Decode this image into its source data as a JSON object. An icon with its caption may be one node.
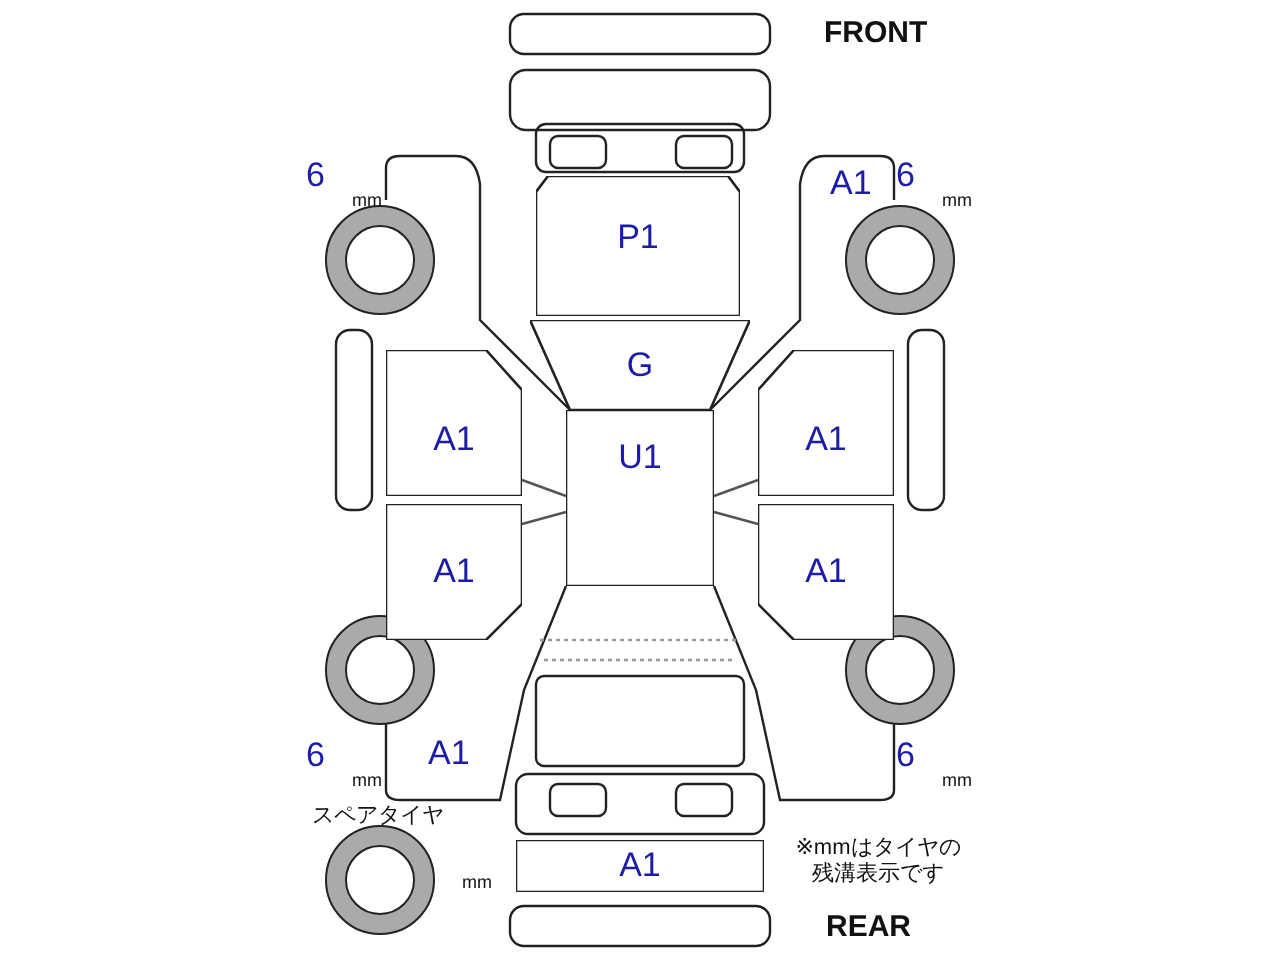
{
  "diagram": {
    "nodes": [
      {
        "text": [
          "P1"
        ]
      },
      {
        "text": [
          "G"
        ]
      },
      {
        "text": [
          "A1"
        ]
      },
      {
        "text": [
          "A1"
        ]
      },
      {
        "text": [
          "U1"
        ]
      },
      {
        "text": [
          "A1"
        ]
      },
      {
        "text": [
          "A1"
        ]
      },
      {
        "text": [
          "A1"
        ]
      }
    ],
    "labels": [
      "FRONT",
      "6",
      "mm",
      "A1",
      "6",
      "mm",
      "6",
      "mm",
      "A1",
      "6",
      "mm",
      "スペアタイヤ",
      "mm",
      "※mmはタイヤの残溝表示です",
      "REAR"
    ]
  }
}
